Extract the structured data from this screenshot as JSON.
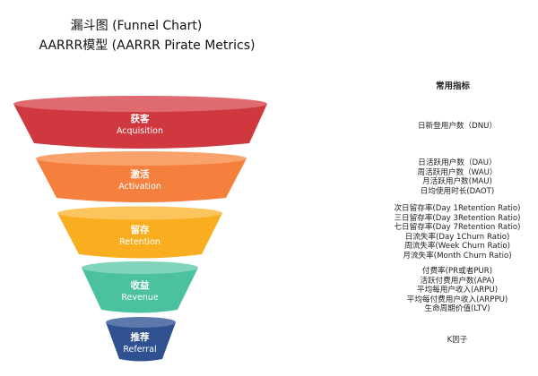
{
  "titles": {
    "line1": "漏斗图 (Funnel Chart)",
    "line2": "AARRR模型 (AARRR Pirate Metrics)"
  },
  "funnel": {
    "stages": [
      {
        "cn": "获客",
        "en": "Acquisition",
        "color": "#d0383f",
        "top_color": "#df6a6f"
      },
      {
        "cn": "激活",
        "en": "Activation",
        "color": "#f5803d",
        "top_color": "#f9a26c"
      },
      {
        "cn": "留存",
        "en": "Retention",
        "color": "#f9ae1f",
        "top_color": "#fbc45c"
      },
      {
        "cn": "收益",
        "en": "Revenue",
        "color": "#4cc1a0",
        "top_color": "#80d4bb"
      },
      {
        "cn": "推荐",
        "en": "Referral",
        "color": "#2f5190",
        "top_color": "#5d79ab"
      }
    ]
  },
  "metrics": {
    "header": "常用指标",
    "groups": [
      {
        "items": [
          "日新登用户数（DNU）"
        ]
      },
      {
        "items": [
          "日活跃用户数（DAU）",
          "周活跃用户数（WAU）",
          "月活跃用户数(MAU)",
          "日均使用时长(DAOT)"
        ]
      },
      {
        "items": [
          "次日留存率(Day 1Retention Ratio)",
          "三日留存率(Day 3Retention Ratio)",
          "七日留存率(Day 7Retention Ratio)",
          "日流失率(Day 1Churn Ratio)",
          "周流失率(Week Churn Ratio)",
          "月流失率(Month Churn Ratio)"
        ]
      },
      {
        "items": [
          "付费率(PR或者PUR)",
          "活跃付费用户数(APA)",
          "平均每用户收入(ARPU)",
          "平均每付费用户收入(ARPPU)",
          "生命周期价值(LTV)"
        ]
      },
      {
        "items": [
          "K因子"
        ]
      }
    ]
  }
}
